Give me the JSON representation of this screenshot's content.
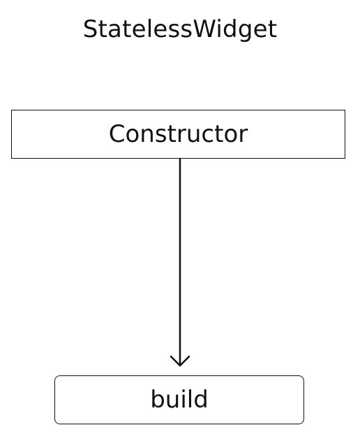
{
  "diagram": {
    "title": "StatelessWidget",
    "nodes": {
      "constructor": {
        "label": "Constructor"
      },
      "build": {
        "label": "build"
      }
    },
    "edges": [
      {
        "from": "constructor",
        "to": "build",
        "style": "arrow"
      }
    ],
    "colors": {
      "stroke": "#111111",
      "background": "#ffffff"
    }
  }
}
